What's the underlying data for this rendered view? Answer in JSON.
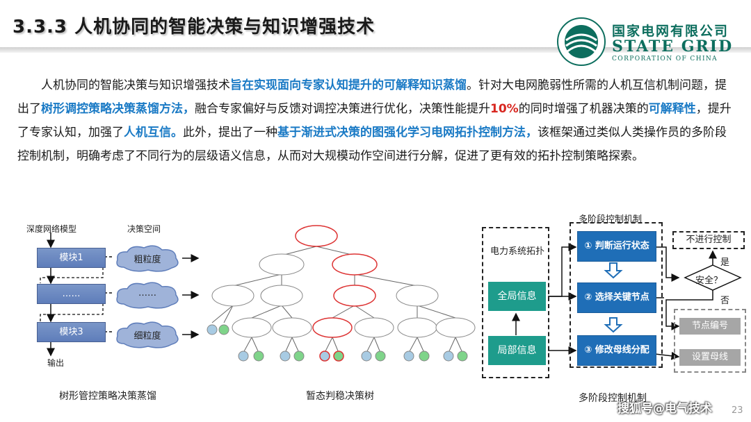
{
  "slide": {
    "title": "3.3.3 人机协同的智能决策与知识增强技术",
    "page_number": "23",
    "watermark": "搜狐号@电气技术"
  },
  "logo": {
    "name_cn": "国家电网有限公司",
    "name_en": "STATE GRID",
    "subtitle": "CORPORATION OF CHINA",
    "colors": {
      "brand": "#0d6e5e"
    }
  },
  "paragraph": [
    {
      "text": "人机协同的智能决策与知识增强技术",
      "style": "normal"
    },
    {
      "text": "旨在实现面向专家认知提升的可解释知识蒸馏",
      "style": "hl"
    },
    {
      "text": "。针对大电网脆弱性所需的人机互信机制问题，提出了",
      "style": "normal"
    },
    {
      "text": "树形调控策略决策蒸馏方法，",
      "style": "hl"
    },
    {
      "text": "融合专家偏好与反馈对调控决策进行优化，决策性能提升",
      "style": "normal"
    },
    {
      "text": "10%",
      "style": "red"
    },
    {
      "text": "的同时增强了机器决策的",
      "style": "normal"
    },
    {
      "text": "可解释性",
      "style": "hl"
    },
    {
      "text": "，提升了专家认知，加强了",
      "style": "normal"
    },
    {
      "text": "人机互信。",
      "style": "hl"
    },
    {
      "text": "此外，提出了一种",
      "style": "normal"
    },
    {
      "text": "基于渐进式决策的图强化学习电网拓扑控制方法，",
      "style": "hl"
    },
    {
      "text": "该框架通过类似人类操作员的多阶段控制机制，明确考虑了不同行为的层级语义信息，从而对大规模动作空间进行分解，促进了更有效的拓扑控制策略探索。",
      "style": "normal"
    }
  ],
  "colors": {
    "highlight": "#1a7ac5",
    "emphasis": "#d8261f"
  },
  "left_diagram": {
    "label_model": "深度网络模型",
    "label_space": "决策空间",
    "modules": [
      "模块1",
      "……",
      "模块3"
    ],
    "clouds": [
      "粗粒度",
      "……",
      "细粒度"
    ],
    "output_label": "输出",
    "caption": "树形管控策略决策蒸馏"
  },
  "middle_diagram": {
    "caption": "暂态判稳决策树"
  },
  "right_diagram": {
    "title": "多阶段控制机制",
    "input_group_title": "电力系统拓扑",
    "inputs": [
      "全局信息",
      "局部信息"
    ],
    "stages": [
      "① 判断运行状态",
      "② 选择关键节点",
      "③ 修改母线分配"
    ],
    "no_control": "不进行控制",
    "decision": "安全？",
    "yes": "是",
    "no": "否",
    "outputs": [
      "节点编号",
      "设置母线"
    ],
    "caption": "多阶段控制机制"
  }
}
